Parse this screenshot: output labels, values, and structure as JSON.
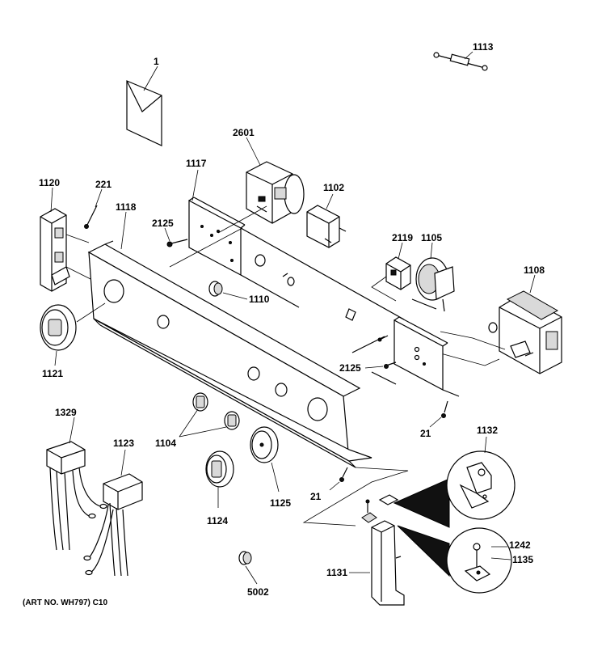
{
  "diagram": {
    "caption": "(ART NO. WH797) C10",
    "callouts": {
      "c1": "1",
      "c1113": "1113",
      "c2601": "2601",
      "c1117": "1117",
      "c1102": "1102",
      "c1120": "1120",
      "c221": "221",
      "c1118": "1118",
      "c2125a": "2125",
      "c2119": "2119",
      "c1105": "1105",
      "c1108": "1108",
      "c1110": "1110",
      "c1121": "1121",
      "c2125b": "2125",
      "c21a": "21",
      "c1132": "1132",
      "c1104": "1104",
      "c1329": "1329",
      "c1123": "1123",
      "c1124": "1124",
      "c1125": "1125",
      "c21b": "21",
      "c1242": "1242",
      "c1135": "1135",
      "c1131": "1131",
      "c5002": "5002"
    }
  }
}
